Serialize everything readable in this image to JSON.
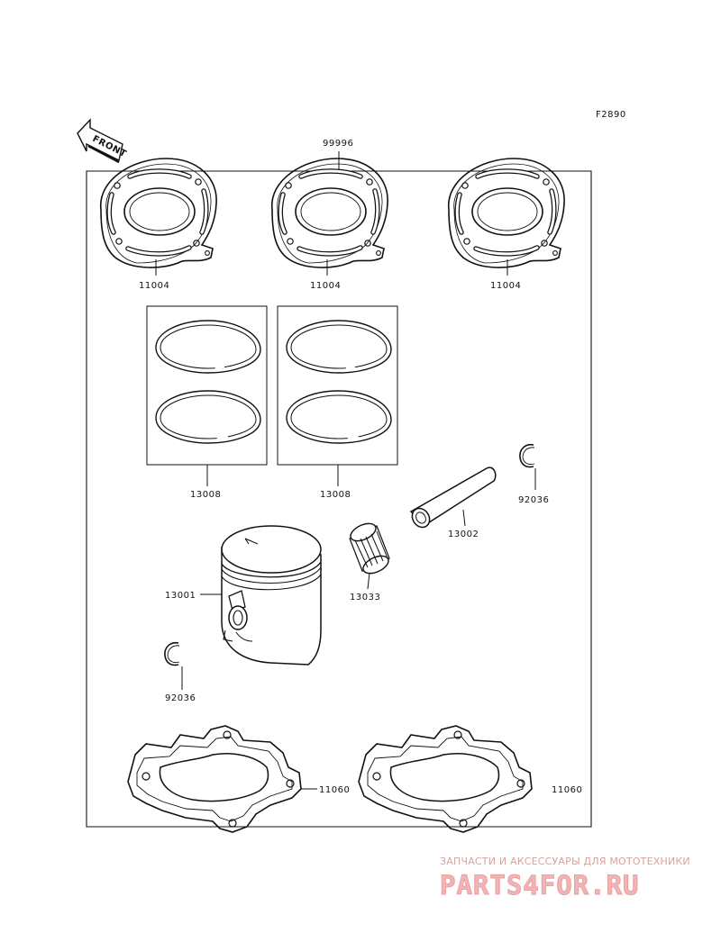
{
  "figure_code": "F2890",
  "front_label": "FRONT",
  "parts": {
    "gasket_set_top": "99996",
    "head_gasket_left": "11004",
    "head_gasket_middle": "11004",
    "head_gasket_right": "11004",
    "ring_set_left": "13008",
    "ring_set_right": "13008",
    "piston_pin": "13002",
    "snap_ring_right": "92036",
    "needle_bearing": "13033",
    "piston": "13001",
    "snap_ring_left": "92036",
    "base_gasket_left": "11060",
    "base_gasket_right": "11060"
  },
  "watermark": {
    "tagline": "ЗАПЧАСТИ И АКСЕССУАРЫ ДЛЯ МОТОТЕХНИКИ",
    "logo": "PARTS4FOR.RU"
  }
}
